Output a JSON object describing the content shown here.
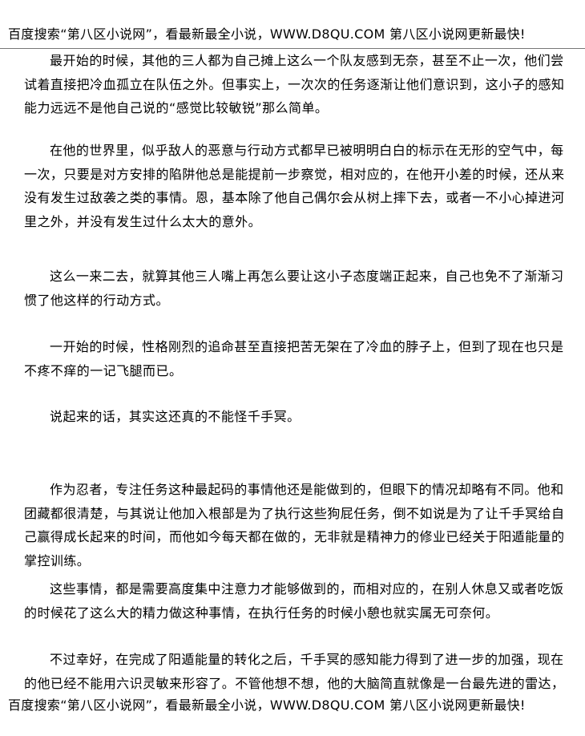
{
  "header": {
    "text": "百度搜索“第八区小说网”，看最新最全小说，WWW.D8QU.COM  第八区小说网更新最快!"
  },
  "footer": {
    "text": "百度搜索“第八区小说网”，看最新最全小说，WWW.D8QU.COM  第八区小说网更新最快!"
  },
  "paragraphs": [
    [
      "最开始的时候，其他的三人都为自己摊上这么一个队友感到无奈，甚至不止一次，他们尝",
      "试着直接把冷血孤立在队伍之外。但事实上，一次次的任务逐渐让他们意识到，这小子的感知",
      "能力远远不是他自己说的“感觉比较敏锐”那么简单。"
    ],
    [
      "在他的世界里，似乎敌人的恶意与行动方式都早已被明明白白的标示在无形的空气中，每",
      "一次，只要是对方安排的陷阱他总是能提前一步察觉，相对应的，在他开小差的时候，还从来",
      "没有发生过敌袭之类的事情。恩，基本除了他自己偶尔会从树上摔下去，或者一不小心掉进河",
      "里之外，并没有发生过什么太大的意外。"
    ],
    [
      "这么一来二去，就算其他三人嘴上再怎么要让这小子态度端正起来，自己也免不了渐渐习",
      "惯了他这样的行动方式。"
    ],
    [
      "一开始的时候，性格刚烈的追命甚至直接把苦无架在了冷血的脖子上，但到了现在也只是",
      "不疼不痒的一记飞腿而已。"
    ],
    [
      "说起来的话，其实这还真的不能怪千手冥。"
    ],
    [
      "作为忍者，专注任务这种最起码的事情他还是能做到的，但眼下的情况却略有不同。他和",
      "团藏都很清楚，与其说让他加入根部是为了执行这些狗屁任务，倒不如说是为了让千手冥给自",
      "己赢得成长起来的时间，而他如今每天都在做的，无非就是精神力的修业已经关于阳遁能量的",
      "掌控训练。"
    ],
    [
      "这些事情，都是需要高度集中注意力才能够做到的，而相对应的，在别人休息又或者吃饭",
      "的时候花了这么大的精力做这种事情，在执行任务的时候小憩也就实属无可奈何。"
    ],
    [
      "不过幸好，在完成了阳遁能量的转化之后，千手冥的感知能力得到了进一步的加强，现在",
      "的他已经不能用六识灵敏来形容了。不管他想不想，他的大脑简直就像是一台最先进的雷达，"
    ]
  ]
}
